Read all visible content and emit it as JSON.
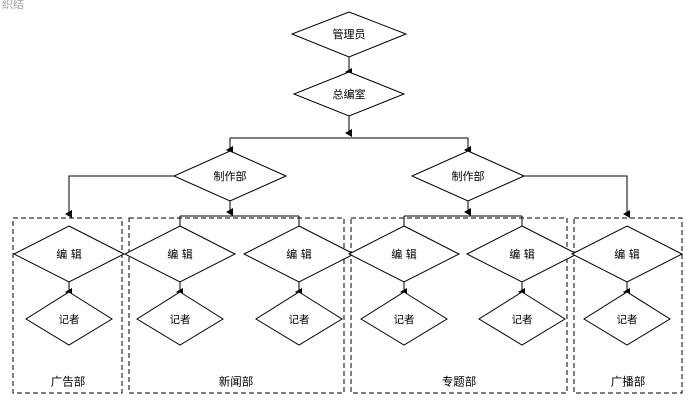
{
  "diagram": {
    "title_fragment": "织结",
    "type": "organization-chart",
    "background_color": "#ffffff",
    "line_color": "#000000",
    "nodes": {
      "admin": {
        "label": "管理员",
        "role": "root"
      },
      "chief_editor": {
        "label": "总编室",
        "role": "level2"
      },
      "production_left": {
        "label": "制作部",
        "role": "level3-left"
      },
      "production_right": {
        "label": "制作部",
        "role": "level3-right"
      },
      "editor": {
        "label": "编 辑",
        "role": "leaf-editor"
      },
      "reporter": {
        "label": "记者",
        "role": "leaf-reporter"
      }
    },
    "groups": [
      {
        "id": "advertising",
        "label": "广告部",
        "editors": 1,
        "reporters": 1,
        "editor_labels": [
          "编 辑"
        ],
        "reporter_labels": [
          "记者"
        ]
      },
      {
        "id": "news",
        "label": "新闻部",
        "editors": 2,
        "reporters": 2,
        "editor_labels": [
          "编 辑",
          "编 辑"
        ],
        "reporter_labels": [
          "记者",
          "记者"
        ]
      },
      {
        "id": "feature",
        "label": "专题部",
        "editors": 2,
        "reporters": 2,
        "editor_labels": [
          "编 辑",
          "编 辑"
        ],
        "reporter_labels": [
          "记者",
          "记者"
        ]
      },
      {
        "id": "broadcast",
        "label": "广播部",
        "editors": 1,
        "reporters": 1,
        "editor_labels": [
          "编 辑"
        ],
        "reporter_labels": [
          "记者"
        ]
      }
    ]
  }
}
